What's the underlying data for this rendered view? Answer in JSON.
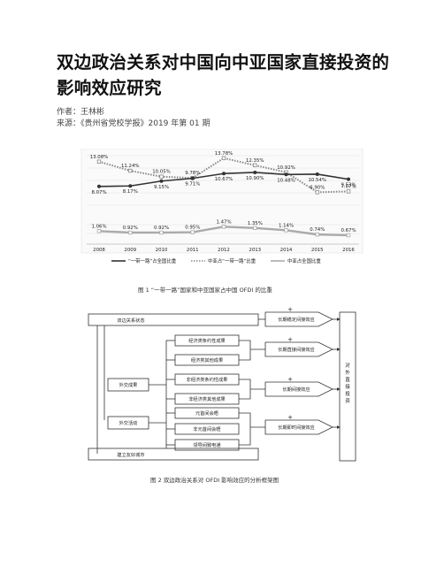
{
  "article": {
    "title": "双边政治关系对中国向中亚国家直接投资的影响效应研究",
    "author": "作者：王林彬",
    "source": "来源：《贵州省党校学报》2019 年第 01 期"
  },
  "figure1": {
    "caption": "图 1  “一带一路”国家和中亚国家占中国 OFDI 的比重",
    "legend": [
      "“一带一路”占全国比重",
      "中亚占“一带一路”比重",
      "中亚占全国比重"
    ],
    "colors": {
      "bri": "#333333",
      "ca_bri": "#888888",
      "ca_nat": "#aaaaaa"
    }
  },
  "chart_data": {
    "type": "line",
    "x": [
      "2008",
      "2009",
      "2010",
      "2011",
      "2012",
      "2013",
      "2014",
      "2015",
      "2016"
    ],
    "series": [
      {
        "name": "“一带一路”占全国比重",
        "values": [
          8.07,
          8.17,
          9.15,
          9.71,
          10.67,
          10.9,
          10.48,
          10.54,
          9.53
        ]
      },
      {
        "name": "中亚占“一带一路”比重",
        "values": [
          13.08,
          11.24,
          10.05,
          9.78,
          13.78,
          12.35,
          10.92,
          6.9,
          7.07
        ]
      },
      {
        "name": "中亚占全国比重",
        "values": [
          1.06,
          0.92,
          0.92,
          0.95,
          1.47,
          1.35,
          1.14,
          0.74,
          0.67
        ]
      }
    ],
    "labels": {
      "bri": [
        "8.07%",
        "8.17%",
        "9.15%",
        "9.71%",
        "10.67%",
        "10.90%",
        "10.48%",
        "10.54%",
        "9.53%"
      ],
      "ca_bri": [
        "13.08%",
        "11.24%",
        "10.05%",
        "9.78%",
        "13.78%",
        "12.35%",
        "10.92%",
        "6.90%",
        "7.07%"
      ],
      "ca_nat": [
        "1.06%",
        "0.92%",
        "0.92%",
        "0.95%",
        "1.47%",
        "1.35%",
        "1.14%",
        "0.74%",
        "0.67%"
      ]
    },
    "legend_position": "bottom",
    "grid": true
  },
  "figure2": {
    "caption": "图 2   双边政治关系对 OFDI 影响效应的分析框架图",
    "nodes": {
      "bilateral": "双边关系状态",
      "diplomatic_result": "外交成果",
      "diplomatic_activity": "外交活动",
      "econ_trade_result": "经济类条约性成果",
      "econ_other_result": "经济类其他成果",
      "nonecon_trade_result": "非经济类条约性成果",
      "nonecon_other_result": "非经济类其他成果",
      "head_meeting": "元首间会晤",
      "nonhead_meeting": "非元首间会晤",
      "leader_call": "领导间致电通",
      "friendly_city": "建立友好城市",
      "longterm_stable": "长期稳定间接效应",
      "longterm_direct": "长期直接间接效应",
      "longterm_indirect": "长期间接效应",
      "longterm_immediate": "长期即时间接效应",
      "ofdi": "对外直接投资",
      "plus": "+"
    }
  }
}
